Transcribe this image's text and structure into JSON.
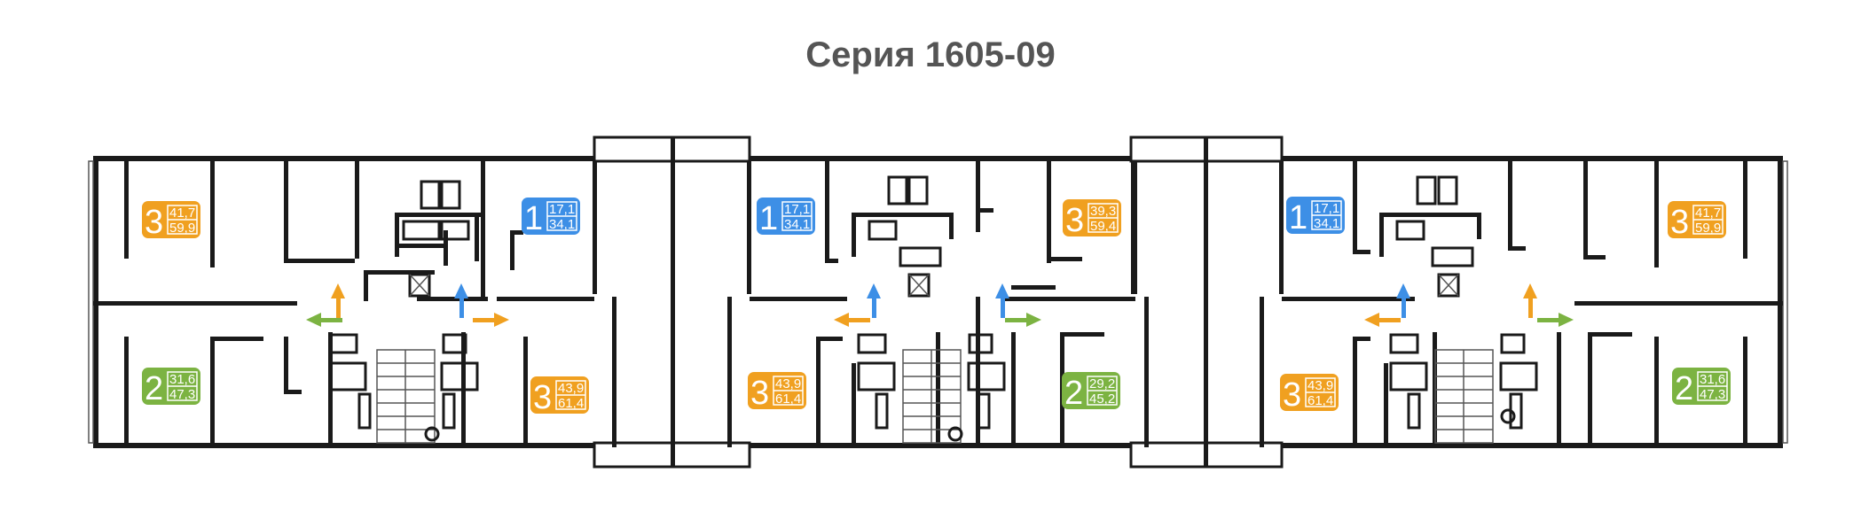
{
  "title": "Серия 1605-09",
  "colors": {
    "one_room": "#3d8fe6",
    "two_room": "#7cb342",
    "three_room": "#f0a020",
    "walls": "#1a1a1a",
    "title": "#555555"
  },
  "apartments": [
    {
      "id": "s1-tl",
      "rooms": "3",
      "living": "41,7",
      "total": "59,9",
      "color": "three_room"
    },
    {
      "id": "s1-bl",
      "rooms": "2",
      "living": "31,6",
      "total": "47,3",
      "color": "two_room"
    },
    {
      "id": "s1-tr",
      "rooms": "1",
      "living": "17,1",
      "total": "34,1",
      "color": "one_room"
    },
    {
      "id": "s1-br",
      "rooms": "3",
      "living": "43,9",
      "total": "61,4",
      "color": "three_room"
    },
    {
      "id": "s2-tl",
      "rooms": "1",
      "living": "17,1",
      "total": "34,1",
      "color": "one_room"
    },
    {
      "id": "s2-bl",
      "rooms": "3",
      "living": "43,9",
      "total": "61,4",
      "color": "three_room"
    },
    {
      "id": "s2-tr",
      "rooms": "3",
      "living": "39,3",
      "total": "59,4",
      "color": "three_room"
    },
    {
      "id": "s2-br",
      "rooms": "2",
      "living": "29,2",
      "total": "45,2",
      "color": "two_room"
    },
    {
      "id": "s3-tl",
      "rooms": "1",
      "living": "17,1",
      "total": "34,1",
      "color": "one_room"
    },
    {
      "id": "s3-bl",
      "rooms": "3",
      "living": "43,9",
      "total": "61,4",
      "color": "three_room"
    },
    {
      "id": "s3-tr",
      "rooms": "3",
      "living": "41,7",
      "total": "59,9",
      "color": "three_room"
    },
    {
      "id": "s3-br",
      "rooms": "2",
      "living": "31,6",
      "total": "47,3",
      "color": "two_room"
    }
  ]
}
